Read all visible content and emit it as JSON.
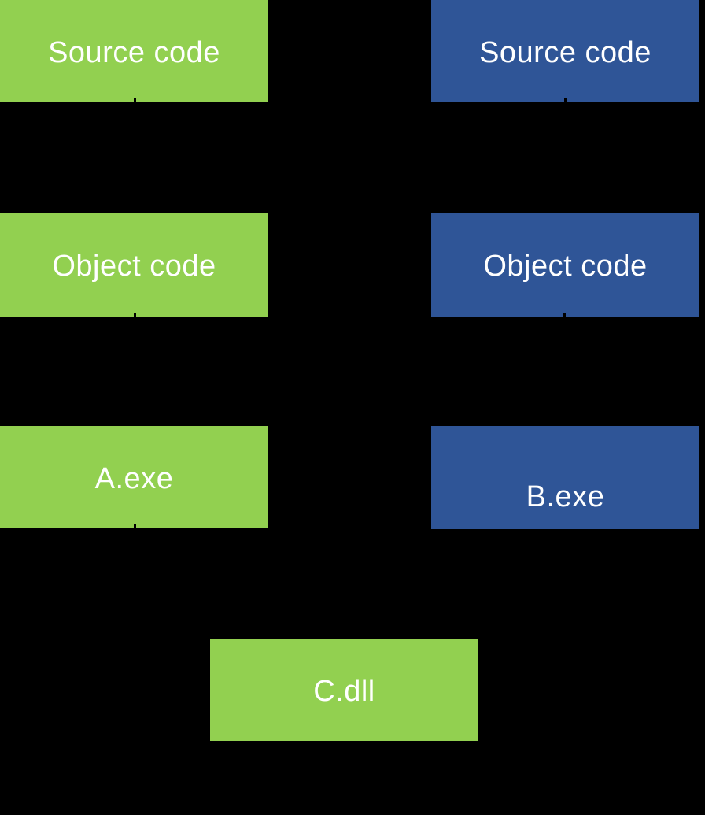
{
  "canvas": {
    "background": "#000000",
    "text_color": "#FFFFFF"
  },
  "palette": {
    "green": "#92D050",
    "blue": "#2F5597"
  },
  "nodes": [
    {
      "id": "source-code-left",
      "label": "Source code",
      "fill": "#92D050"
    },
    {
      "id": "source-code-right",
      "label": "Source code",
      "fill": "#2F5597"
    },
    {
      "id": "object-code-left",
      "label": "Object code",
      "fill": "#92D050"
    },
    {
      "id": "object-code-right",
      "label": "Object code",
      "fill": "#2F5597"
    },
    {
      "id": "a-exe",
      "label": "A.exe",
      "fill": "#92D050"
    },
    {
      "id": "b-exe",
      "label": "B.exe",
      "fill": "#2F5597"
    },
    {
      "id": "c-dll",
      "label": "C.dll",
      "fill": "#92D050"
    }
  ]
}
